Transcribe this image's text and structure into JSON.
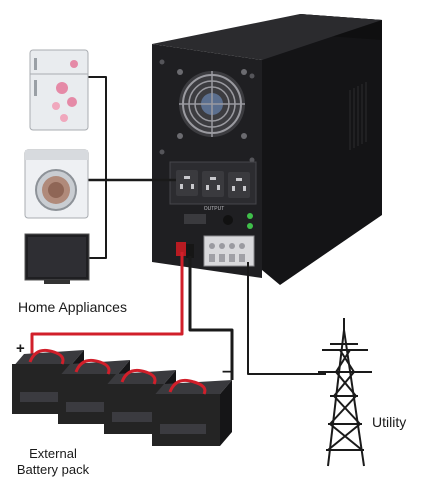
{
  "labels": {
    "home_appliances": "Home Appliances",
    "external_battery_line1": "External",
    "external_battery_line2": "Battery pack",
    "utility": "Utility",
    "plus": "+",
    "minus": "−",
    "output": "OUTPUT"
  },
  "devices": {
    "appliances": [
      "refrigerator-icon",
      "washing-machine-icon",
      "television-icon"
    ],
    "battery_count": 4
  },
  "colors": {
    "inverter_body": "#1c1c1e",
    "inverter_panel": "#2a2a2c",
    "wire_dark": "#1a1a1a",
    "wire_red": "#d11f2a",
    "socket": "#3a3a3a",
    "led_green": "#3fbf4a",
    "battery_body": "#242424",
    "fridge": "#e9ecef",
    "flowers": "#e58aa7"
  }
}
